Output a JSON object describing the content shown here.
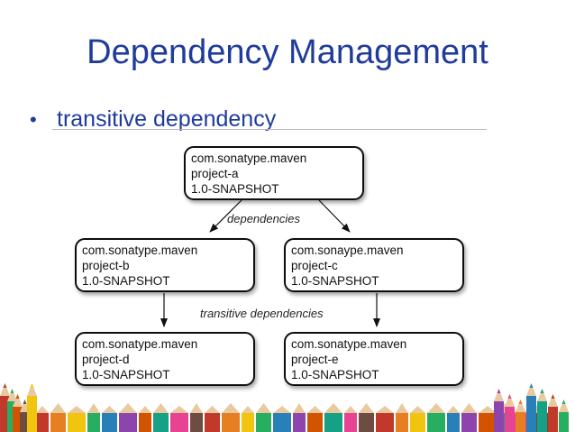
{
  "slide": {
    "title": "Dependency Management",
    "bullet": "transitive dependency"
  },
  "diagram": {
    "nodes": [
      {
        "id": "a",
        "lines": [
          "com.sonatype.maven",
          "project-a",
          "1.0-SNAPSHOT"
        ]
      },
      {
        "id": "b",
        "lines": [
          "com.sonatype.maven",
          "project-b",
          "1.0-SNAPSHOT"
        ]
      },
      {
        "id": "c",
        "lines": [
          "com.sonaype.maven",
          "project-c",
          "1.0-SNAPSHOT"
        ]
      },
      {
        "id": "d",
        "lines": [
          "com.sonatype.maven",
          "project-d",
          "1.0-SNAPSHOT"
        ]
      },
      {
        "id": "e",
        "lines": [
          "com.sonatype.maven",
          "project-e",
          "1.0-SNAPSHOT"
        ]
      }
    ],
    "edge_labels": {
      "dependencies": "dependencies",
      "transitive": "transitive dependencies"
    }
  },
  "colors": {
    "title": "#1f3b9c",
    "node_border": "#111111",
    "pencils": [
      "#c0392b",
      "#e67e22",
      "#f1c40f",
      "#27ae60",
      "#2980b9",
      "#8e44ad",
      "#d35400",
      "#16a085",
      "#e84393",
      "#6d4c41"
    ]
  }
}
